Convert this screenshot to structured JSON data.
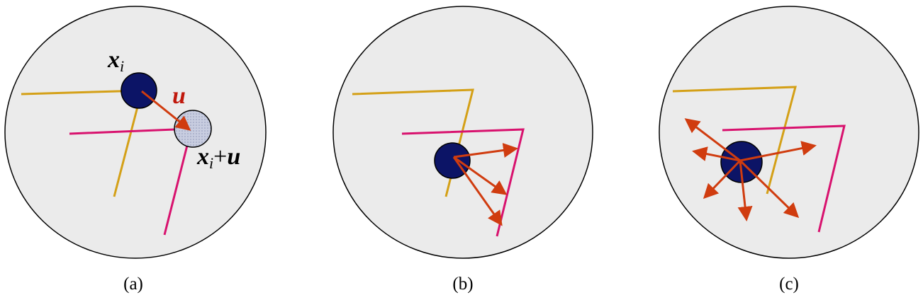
{
  "colors": {
    "panel_fill": "#ebebeb",
    "panel_stroke": "#000000",
    "edge_line_1": "#d4a017",
    "edge_line_2": "#d8126e",
    "blob": "#0c1466",
    "arrow": "#d03c0f",
    "shifted_blob": "#c8cde0",
    "u_label": "#c0180c"
  },
  "panels": [
    {
      "caption": "(a)",
      "x_label": "x",
      "x_subscript": "i",
      "u_label": "u",
      "shifted_label_x": "x",
      "shifted_label_sub": "i",
      "shifted_label_op": "+",
      "shifted_label_u": "u"
    },
    {
      "caption": "(b)"
    },
    {
      "caption": "(c)"
    }
  ]
}
